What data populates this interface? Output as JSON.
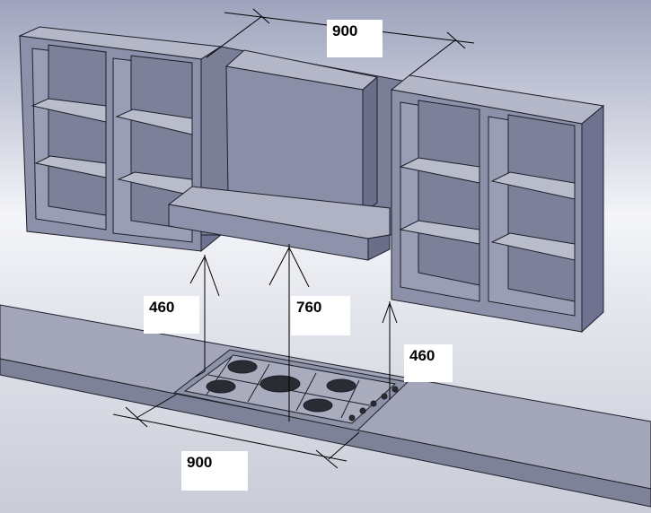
{
  "dimensions": {
    "top_width": "900",
    "left_clearance": "460",
    "hood_clearance": "760",
    "right_clearance": "460",
    "hob_width": "900"
  },
  "colors": {
    "cabinet_face": "#8c90a8",
    "cabinet_side": "#6f7390",
    "cabinet_top": "#b4b7c8",
    "cabinet_inner": "#9a9eb4",
    "shelf": "#b9bccb",
    "edge": "#1e1f2a",
    "counter_top": "#a2a6b8",
    "counter_front": "#7e8298",
    "hob_plate": "#8e92a6",
    "burner": "#2a2b33"
  }
}
